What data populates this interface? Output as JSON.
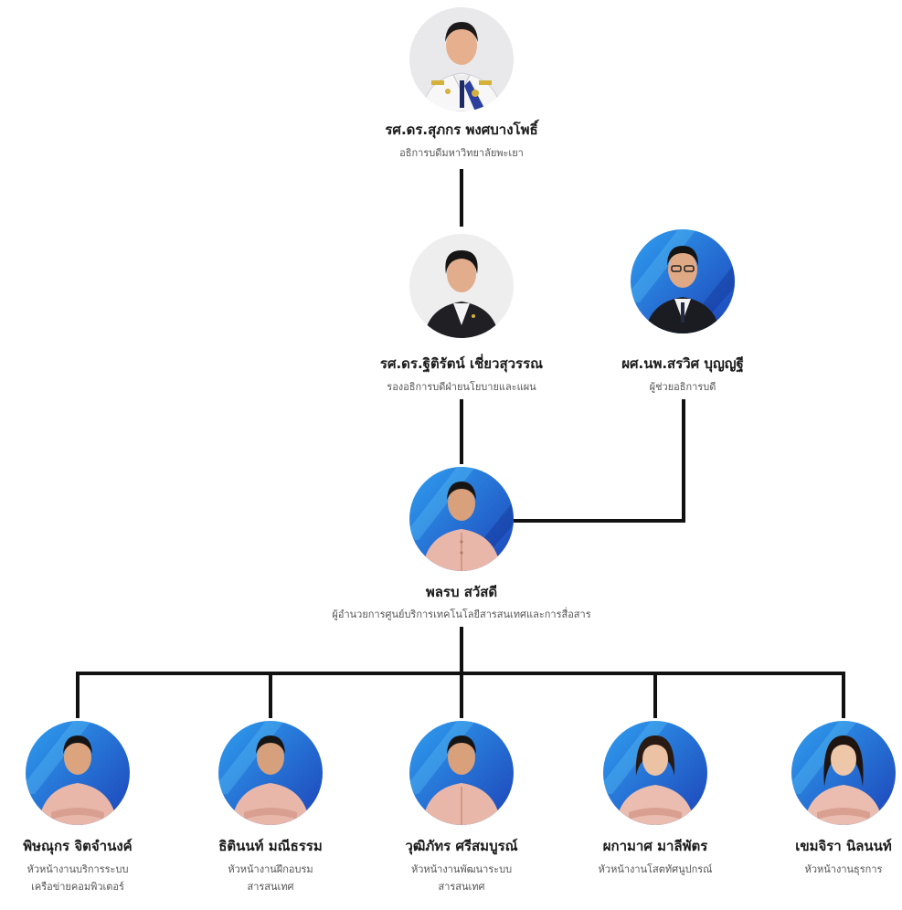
{
  "colors": {
    "connector": "#111111",
    "photo_blue_dark": "#1d43b8",
    "photo_blue_light": "#2f9ff0",
    "photo_grey_bg": "#e9e9ec",
    "thai_shirt_pink": "#e9b7aa"
  },
  "people": {
    "president": {
      "name": "รศ.ดร.สุภกร พงศบางโพธิ์",
      "role": [
        "อธิการบดีมหาวิทยาลัยพะเยา"
      ],
      "photo_icon": "person-photo-uniform"
    },
    "vp": {
      "name": "รศ.ดร.ฐิติรัตน์ เชี่ยวสุวรรณ",
      "role": [
        "รองอธิการบดีฝ่ายนโยบายและแผน"
      ],
      "photo_icon": "person-photo-suit"
    },
    "assistant": {
      "name": "ผศ.นพ.สรวิศ บุญญฐี",
      "role": [
        "ผู้ช่วยอธิการบดี"
      ],
      "photo_icon": "person-photo-suit"
    },
    "director": {
      "name": "พลรบ สวัสดี",
      "role": [
        "ผู้อำนวยการศูนย์บริการเทคโนโลยีสารสนเทศและการสื่อสาร"
      ],
      "photo_icon": "person-photo-thai-shirt"
    },
    "staff": [
      {
        "name": "พิษณุกร จิตจำนงค์",
        "role": [
          "หัวหน้างานบริการระบบ",
          "เครือข่ายคอมพิวเตอร์"
        ],
        "photo_icon": "person-photo-thai-shirt"
      },
      {
        "name": "ธิตินนท์ มณีธรรม",
        "role": [
          "หัวหน้างานฝึกอบรม",
          "สารสนเทศ"
        ],
        "photo_icon": "person-photo-thai-shirt"
      },
      {
        "name": "วุฒิภัทร ศรีสมบูรณ์",
        "role": [
          "หัวหน้างานพัฒนาระบบ",
          "สารสนเทศ"
        ],
        "photo_icon": "person-photo-thai-shirt"
      },
      {
        "name": "ผกามาศ มาลีพัตร",
        "role": [
          "หัวหน้างานโสตทัศนูปกรณ์"
        ],
        "photo_icon": "person-photo-thai-shirt"
      },
      {
        "name": "เขมจิรา นิลนนท์",
        "role": [
          "หัวหน้างานธุรการ"
        ],
        "photo_icon": "person-photo-thai-shirt"
      }
    ]
  }
}
